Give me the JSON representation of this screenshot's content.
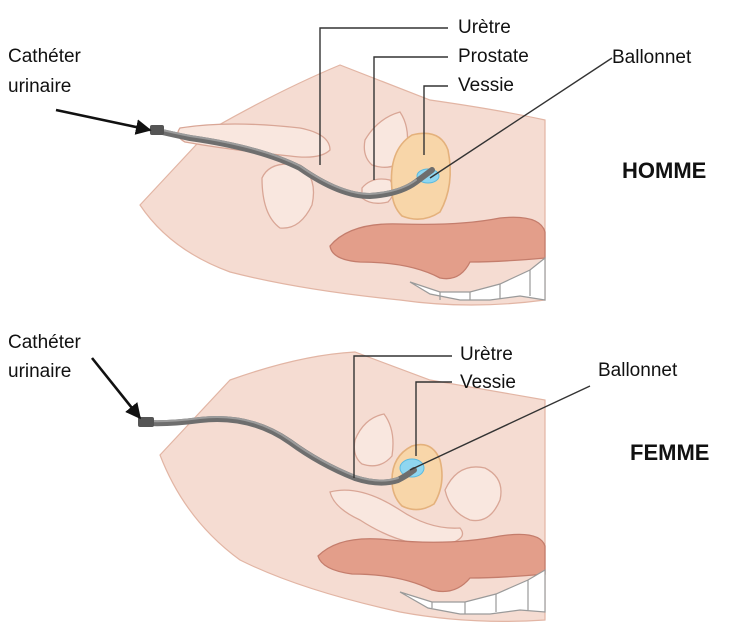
{
  "male": {
    "title": "HOMME",
    "catheter_line1": "Cathéter",
    "catheter_line2": "urinaire",
    "urethra": "Urètre",
    "prostate": "Prostate",
    "bladder": "Vessie",
    "balloon": "Ballonnet"
  },
  "female": {
    "title": "FEMME",
    "catheter_line1": "Cathéter",
    "catheter_line2": "urinaire",
    "urethra": "Urètre",
    "bladder": "Vessie",
    "balloon": "Ballonnet"
  },
  "colors": {
    "skin": "#f5dcd2",
    "bowel": "#e39e8a",
    "bladder": "#f8d6a9",
    "balloon": "#8fd6f0",
    "catheter": "#6e6e6e"
  }
}
